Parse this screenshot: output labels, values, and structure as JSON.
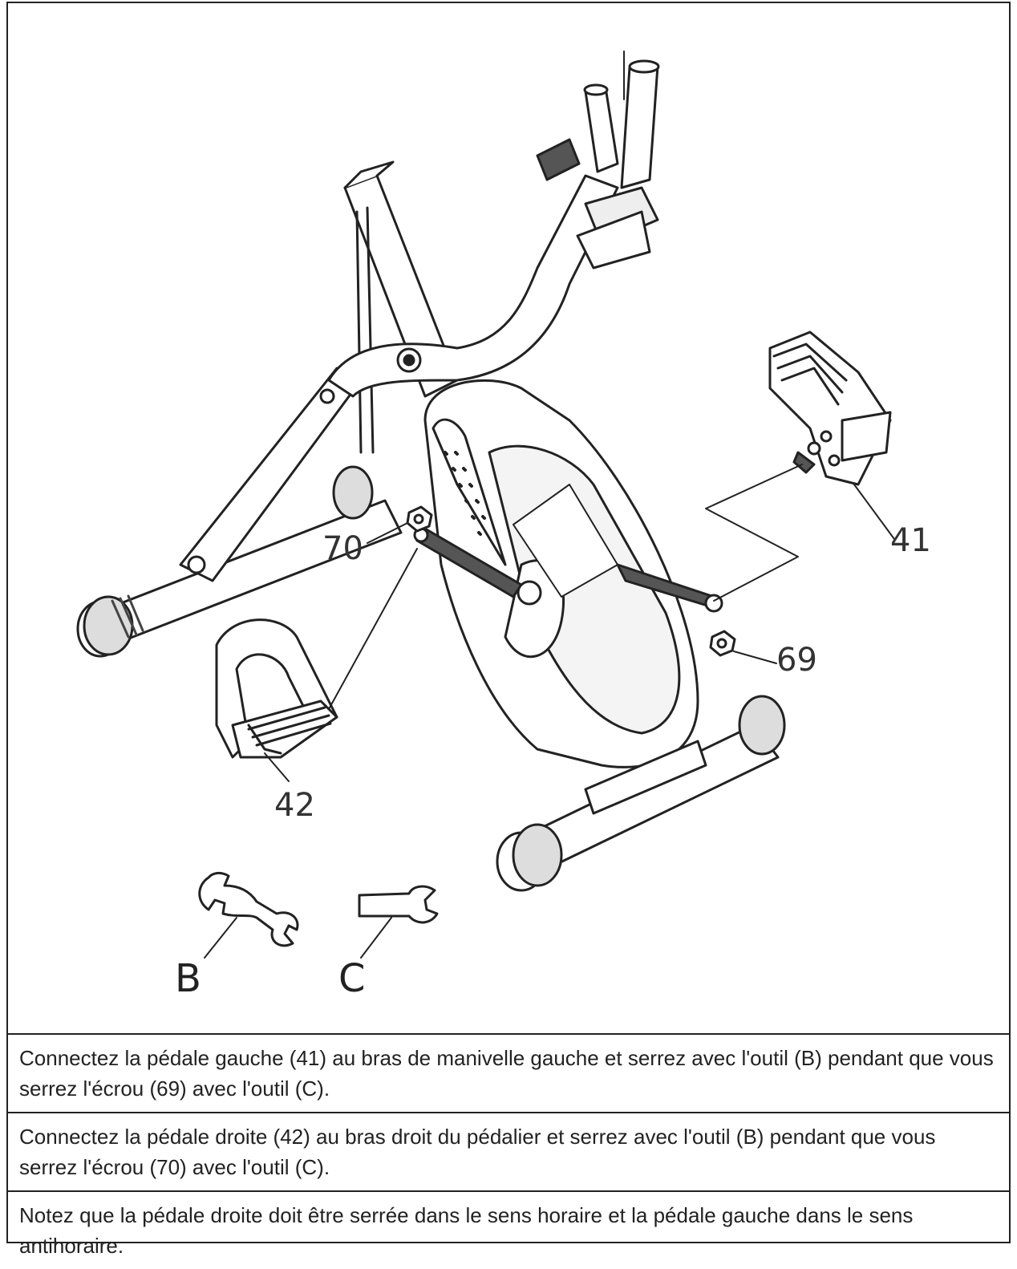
{
  "callouts": {
    "part_41": "41",
    "part_42": "42",
    "part_69": "69",
    "part_70": "70",
    "tool_b": "B",
    "tool_c": "C"
  },
  "steps": [
    "Connectez la pédale gauche (41) au bras de manivelle gauche et serrez avec l'outil (B) pendant que vous serrez l'écrou (69) avec l'outil (C).",
    "Connectez la pédale droite (42) au bras droit du pédalier et serrez avec l'outil (B) pendant que vous serrez l'écrou (70) avec l'outil (C).",
    "Notez que la pédale droite doit être serrée dans le sens horaire et la pédale gauche dans le sens antihoraire."
  ],
  "colors": {
    "line": "#222222",
    "shade": "#9a9a9a",
    "light": "#f4f4f4"
  }
}
